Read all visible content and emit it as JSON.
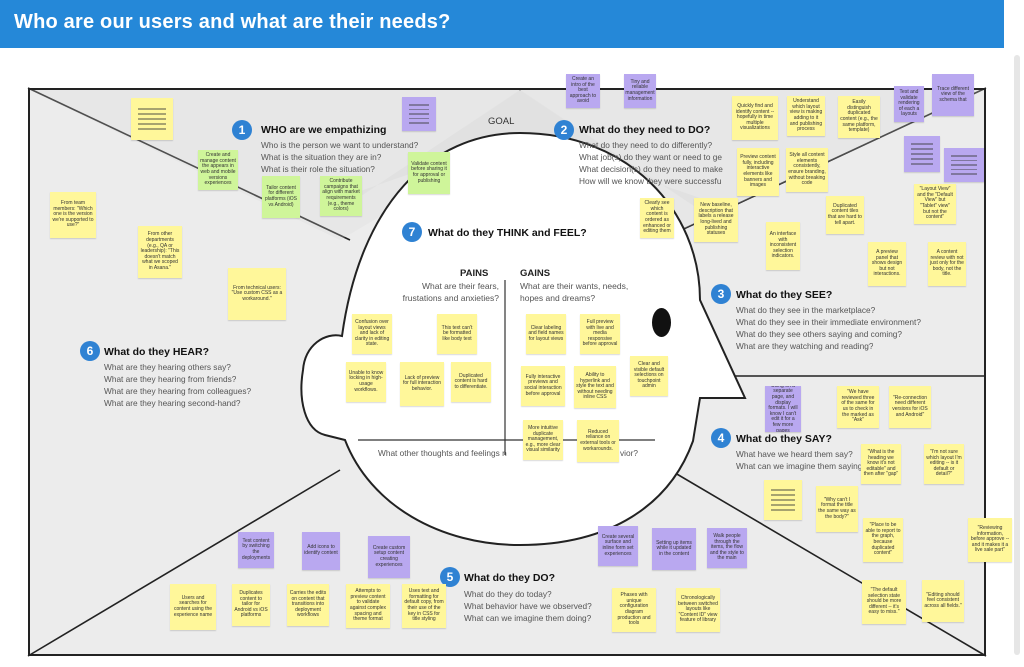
{
  "header": {
    "title": "Who are our users and what are their needs?"
  },
  "canvas": {
    "goal_label": "GOAL",
    "sections": [
      {
        "num": "1",
        "title": "WHO are we empathizing",
        "questions": [
          "Who is the person we want to understand?",
          "What is the situation they are in?",
          "What is their role the situation?"
        ]
      },
      {
        "num": "2",
        "title": "What do they need to DO?",
        "questions": [
          "What do they need to do differently?",
          "What job(s) do they want or need to ge",
          "What decision(s) do they need to make",
          "How will we know they were successfu"
        ]
      },
      {
        "num": "3",
        "title": "What do they SEE?",
        "questions": [
          "What do they see in the marketplace?",
          "What do they see in their immediate environment?",
          "What do they see others saying and coming?",
          "What are they watching and reading?"
        ]
      },
      {
        "num": "4",
        "title": "What do they SAY?",
        "questions": [
          "What have we heard them say?",
          "What can we imagine them saying?"
        ]
      },
      {
        "num": "5",
        "title": "What do they DO?",
        "questions": [
          "What do they do today?",
          "What behavior have we observed?",
          "What can we imagine them doing?"
        ]
      },
      {
        "num": "6",
        "title": "What do they HEAR?",
        "questions": [
          "What are they hearing others say?",
          "What are they hearing from friends?",
          "What are they hearing from colleagues?",
          "What are they hearing second-hand?"
        ]
      },
      {
        "num": "7",
        "title": "What do they THINK and FEEL?",
        "questions": []
      }
    ],
    "pains": {
      "title": "PAINS",
      "sub1": "What are their fears,",
      "sub2": "frustations and anxieties?"
    },
    "gains": {
      "title": "GAINS",
      "sub1": "What are their wants, needs,",
      "sub2": "hopes and dreams?"
    },
    "other_thoughts": {
      "left": "What other thoughts and feelings n",
      "right": "vior?"
    }
  },
  "notes": [
    {
      "id": "n1",
      "color": "y",
      "text": "",
      "lines": true
    },
    {
      "id": "n2",
      "color": "p",
      "text": "",
      "lines": true
    },
    {
      "id": "n3",
      "color": "g",
      "text": "Create and manage content the appears in web and mobile versions experiences"
    },
    {
      "id": "n4",
      "color": "g",
      "text": "Validate content before sharing it for approval or publishing"
    },
    {
      "id": "n5",
      "color": "g",
      "text": "Tailor content for different platforms (iOS vs Android)"
    },
    {
      "id": "n6",
      "color": "g",
      "text": "Contribute campaigns that align with market requirements (e.g., theme colors)"
    },
    {
      "id": "n7",
      "color": "y",
      "text": "From team members: \"Which one is the version we're supported to use?\""
    },
    {
      "id": "n8",
      "color": "y",
      "text": "From other departments (e.g., QA or leadership): \"This doesn't match what we scoped in Asana.\""
    },
    {
      "id": "n9",
      "color": "y",
      "text": "From technical users: \"Use custom CSS as a workaround.\""
    },
    {
      "id": "n10",
      "color": "p",
      "text": "Create an intro of the best approach to avoid"
    },
    {
      "id": "n11",
      "color": "p",
      "text": "Tiny and reliable management information"
    },
    {
      "id": "n12",
      "color": "y",
      "text": "Quickly find and identify content -- hopefully in time multiple visualizations"
    },
    {
      "id": "n13",
      "color": "y",
      "text": "Understand which layout view is making adding to it and publishing process"
    },
    {
      "id": "n14",
      "color": "y",
      "text": "Easily distinguish duplicated content (e.g., the same platform, template)"
    },
    {
      "id": "n15",
      "color": "p",
      "text": "Test and validate rendering of each a layouts"
    },
    {
      "id": "n16",
      "color": "p",
      "text": "Trace different view of the schema that"
    },
    {
      "id": "n17",
      "color": "y",
      "text": "Preview content fully, including interactive elements like banners and images"
    },
    {
      "id": "n18",
      "color": "y",
      "text": "Style all content elements consistently, ensure branding, without breaking code"
    },
    {
      "id": "n19",
      "color": "p",
      "text": "",
      "lines": true
    },
    {
      "id": "n20",
      "color": "p",
      "text": "",
      "lines": true
    },
    {
      "id": "n21",
      "color": "y",
      "text": "Clearly see which content is ordered as enhanced or editing them"
    },
    {
      "id": "n22",
      "color": "y",
      "text": "New baseline, description that labels a release long-lived and publishing statuses"
    },
    {
      "id": "n23",
      "color": "y",
      "text": "Duplicated content tiles that are hard to tell apart."
    },
    {
      "id": "n24",
      "color": "y",
      "text": "An interface with inconsistent selection indicators."
    },
    {
      "id": "n25",
      "color": "y",
      "text": "\"Layout View\" and the \"Default View\" but \"Tablet\" view\" but not the content\""
    },
    {
      "id": "n26",
      "color": "y",
      "text": "A preview panel that shows design but not interactions."
    },
    {
      "id": "n27",
      "color": "y",
      "text": "A content review with not just only for the body, not the title."
    },
    {
      "id": "n28",
      "color": "y",
      "text": "Confusion over layout views and lack of clarity in editing state."
    },
    {
      "id": "n29",
      "color": "y",
      "text": "This text can't be formatted like body text"
    },
    {
      "id": "n30",
      "color": "y",
      "text": "Clear labeling and field names for layout views"
    },
    {
      "id": "n31",
      "color": "y",
      "text": "Full preview with live and media responsive before approval"
    },
    {
      "id": "n32",
      "color": "y",
      "text": "Clear and visible default selections on touchpoint admin"
    },
    {
      "id": "n33",
      "color": "y",
      "text": "Unable to know locking in high-usage workflows."
    },
    {
      "id": "n34",
      "color": "y",
      "text": "Lack of preview for full interaction behavior."
    },
    {
      "id": "n35",
      "color": "y",
      "text": "Duplicated content is hard to differentiate."
    },
    {
      "id": "n36",
      "color": "y",
      "text": "Fully interactive previews and social interaction before approval"
    },
    {
      "id": "n37",
      "color": "y",
      "text": "Ability to hyperlink and style the text and without needing inline CSS"
    },
    {
      "id": "n38",
      "color": "y",
      "text": "More intuitive duplicate management, e.g., more clear visual similarity"
    },
    {
      "id": "n39",
      "color": "y",
      "text": "Reduced reliance on external tools or workarounds."
    },
    {
      "id": "n40",
      "color": "p",
      "text": "Using on a separate page, and display formats. I will know I can't edit it for a few more pages"
    },
    {
      "id": "n41",
      "color": "y",
      "text": "\"We have reviewed three of the same for us to check in the marked as \"Ask\""
    },
    {
      "id": "n42",
      "color": "y",
      "text": "\"Re-connection need different versions for iOS and Android\""
    },
    {
      "id": "n43",
      "color": "y",
      "text": "\"What is the heading we know it's not editable\" and then after \"gap\""
    },
    {
      "id": "n44",
      "color": "y",
      "text": "\"I'm not sure which layout I'm editing -- is it default or detail?\""
    },
    {
      "id": "n45",
      "color": "y",
      "text": "",
      "lines": true
    },
    {
      "id": "n46",
      "color": "y",
      "text": "\"Why can't I format the title the same way as the body?\""
    },
    {
      "id": "n47",
      "color": "y",
      "text": "\"Place to be able to report to the graph, because duplicated content\""
    },
    {
      "id": "n48",
      "color": "y",
      "text": "\"Reviewing information, before approve -- and it makes it a live sale part\""
    },
    {
      "id": "n49",
      "color": "p",
      "text": "Test content by switching the deployments"
    },
    {
      "id": "n50",
      "color": "p",
      "text": "Add icons to identify content"
    },
    {
      "id": "n51",
      "color": "p",
      "text": "Create custom setup content creating experiences"
    },
    {
      "id": "n52",
      "color": "p",
      "text": "Create several surface and inline form set experiences"
    },
    {
      "id": "n53",
      "color": "p",
      "text": "Setting up items while it updated in the content"
    },
    {
      "id": "n54",
      "color": "p",
      "text": "Walk people through the items, the flow and the style to the main"
    },
    {
      "id": "n55",
      "color": "y",
      "text": "Users and searches for content using the experience name"
    },
    {
      "id": "n56",
      "color": "y",
      "text": "Duplicates content to tailor for Android vs iOS platforms"
    },
    {
      "id": "n57",
      "color": "y",
      "text": "Carries the edits on content that transitions into deployment workflows"
    },
    {
      "id": "n58",
      "color": "y",
      "text": "Attempts to preview content to validate against complex spacing and theme format"
    },
    {
      "id": "n59",
      "color": "y",
      "text": "Uses text and formatting for default copy, from their use of the key in CSS for title styling"
    },
    {
      "id": "n60",
      "color": "y",
      "text": "Phases with unique configuration diagram production and tools"
    },
    {
      "id": "n61",
      "color": "y",
      "text": "Chronologically between switched layouts like \"Content ID\" view feature of library"
    },
    {
      "id": "n62",
      "color": "y",
      "text": "\"The default selection state should be more different -- it's easy to miss.\""
    },
    {
      "id": "n63",
      "color": "y",
      "text": "\"Editing should feel consistent across all fields.\""
    }
  ]
}
